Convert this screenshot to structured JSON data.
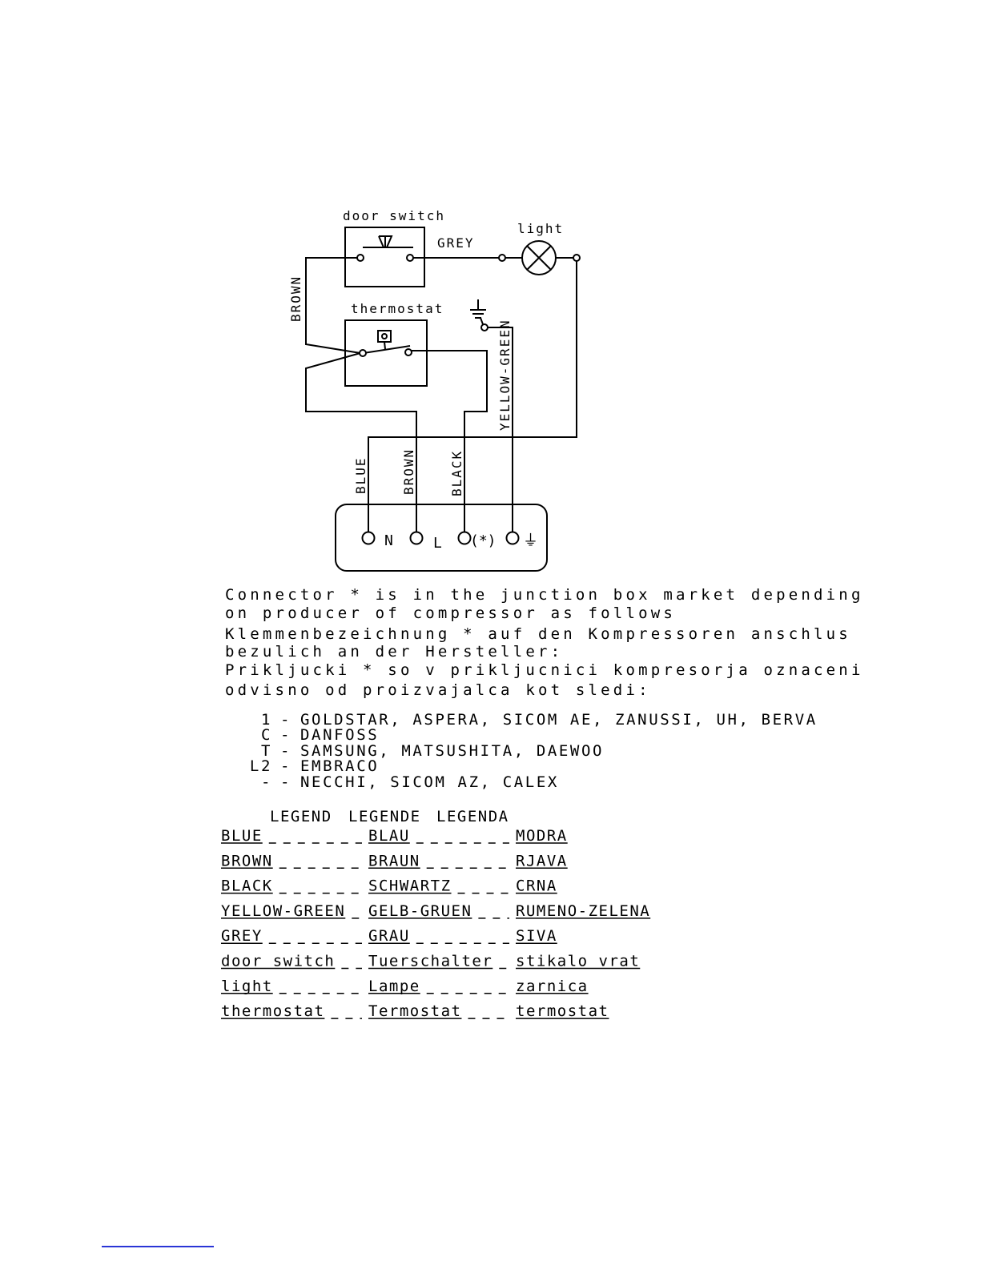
{
  "diagram": {
    "components": {
      "door_switch": "door switch",
      "light": "light",
      "thermostat": "thermostat"
    },
    "wires": {
      "grey": "GREY",
      "brown_top": "BROWN",
      "yellow_green": "YELLOW-GREEN",
      "blue": "BLUE",
      "brown": "BROWN",
      "black": "BLACK"
    },
    "terminals": [
      "N",
      "L",
      "(*)",
      "⏚"
    ]
  },
  "notes": [
    "Connector * is in the junction box market depending",
    "on producer of compressor as follows",
    "Klemmenbezeichnung * auf den Kompressoren anschlus",
    "bezulich an der Hersteller:",
    "Prikljucki * so v prikljucnici kompresorja oznaceni",
    "odvisno od proizvajalca kot sledi:"
  ],
  "manufacturers": [
    {
      "code": "1",
      "names": "GOLDSTAR, ASPERA, SICOM AE, ZANUSSI, UH, BERVA"
    },
    {
      "code": "C",
      "names": "DANFOSS"
    },
    {
      "code": "T",
      "names": "SAMSUNG, MATSUSHITA, DAEWOO"
    },
    {
      "code": "L2",
      "names": "EMBRACO"
    },
    {
      "code": "-",
      "names": "NECCHI, SICOM AZ, CALEX"
    }
  ],
  "legend": {
    "headers": [
      "LEGEND",
      "LEGENDE",
      "LEGENDA"
    ],
    "rows": [
      [
        "BLUE",
        "BLAU",
        "MODRA"
      ],
      [
        "BROWN",
        "BRAUN",
        "RJAVA"
      ],
      [
        "BLACK",
        "SCHWARTZ",
        "CRNA"
      ],
      [
        "YELLOW-GREEN",
        "GELB-GRUEN",
        "RUMENO-ZELENA"
      ],
      [
        "GREY",
        "GRAU",
        "SIVA"
      ],
      [
        "door switch",
        "Tuerschalter",
        "stikalo vrat"
      ],
      [
        "light",
        "Lampe",
        "zarnica"
      ],
      [
        "thermostat",
        "Termostat",
        "termostat"
      ]
    ]
  }
}
